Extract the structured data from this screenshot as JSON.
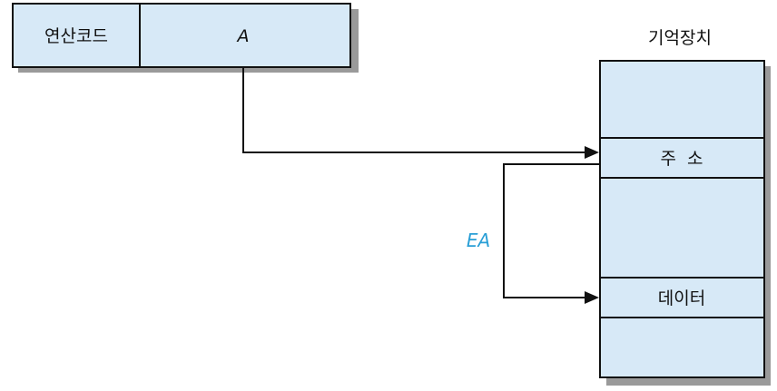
{
  "instruction": {
    "opcode_label": "연산코드",
    "address_label": "A"
  },
  "memory": {
    "title": "기억장치",
    "address_cell_label": "주  소",
    "data_cell_label": "데이터"
  },
  "effective_address_label": "EA",
  "colors": {
    "cell_fill": "#d7e9f7",
    "border": "#111111",
    "ea_text": "#2a9fd6"
  }
}
